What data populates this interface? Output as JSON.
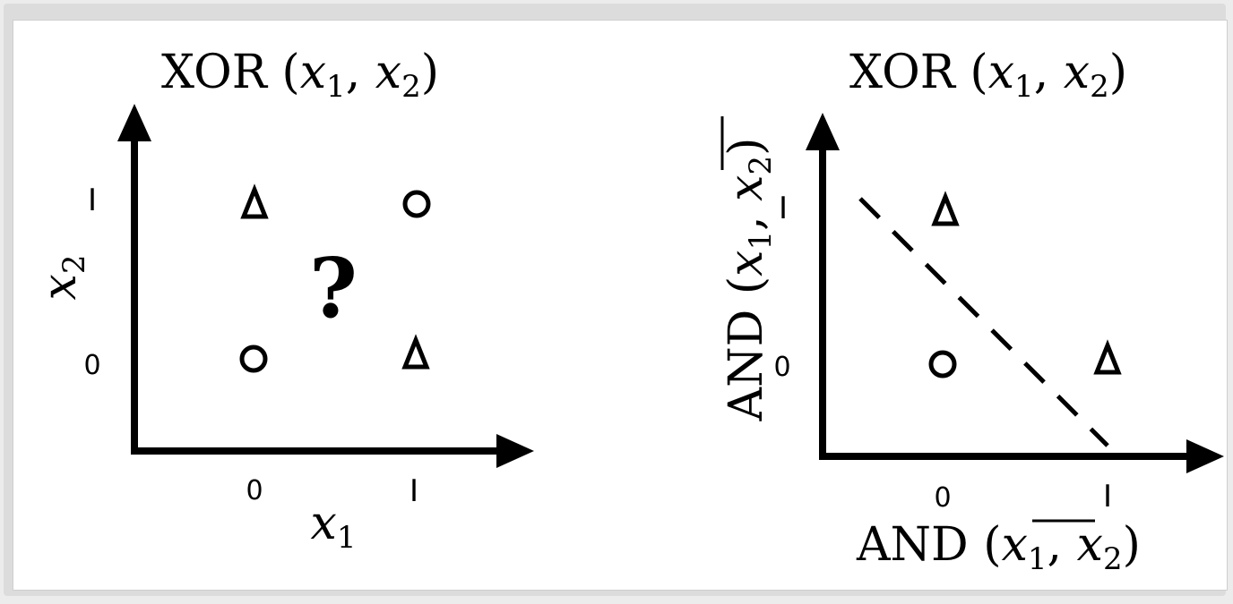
{
  "left_plot": {
    "title_func": "XOR",
    "title_args": {
      "v1": "x",
      "s1": "1",
      "v2": "x",
      "s2": "2"
    },
    "ylabel": {
      "v": "x",
      "s": "2"
    },
    "xlabel": {
      "v": "x",
      "s": "1"
    },
    "x_ticks": [
      "0",
      "I"
    ],
    "y_ticks": [
      "0",
      "I"
    ],
    "points": [
      {
        "x": 0,
        "y": 1,
        "marker": "triangle"
      },
      {
        "x": 1,
        "y": 1,
        "marker": "circle"
      },
      {
        "x": 0,
        "y": 0,
        "marker": "circle"
      },
      {
        "x": 1,
        "y": 0,
        "marker": "triangle"
      }
    ],
    "question": "?"
  },
  "right_plot": {
    "title_func": "XOR",
    "title_args": {
      "v1": "x",
      "s1": "1",
      "v2": "x",
      "s2": "2"
    },
    "ylabel": {
      "func": "AND",
      "v1": "x",
      "s1": "1",
      "v2": "x",
      "s2": "2",
      "overline": "second"
    },
    "xlabel": {
      "func": "AND",
      "v1": "x",
      "s1": "1",
      "v2": "x",
      "s2": "2",
      "overline": "first"
    },
    "x_ticks": [
      "0",
      "I"
    ],
    "y_ticks": [
      "0",
      "I"
    ],
    "points": [
      {
        "x": 0,
        "y": 1,
        "marker": "triangle"
      },
      {
        "x": 0,
        "y": 0,
        "marker": "circle"
      },
      {
        "x": 1,
        "y": 0,
        "marker": "triangle"
      }
    ],
    "separator": "dashed"
  }
}
